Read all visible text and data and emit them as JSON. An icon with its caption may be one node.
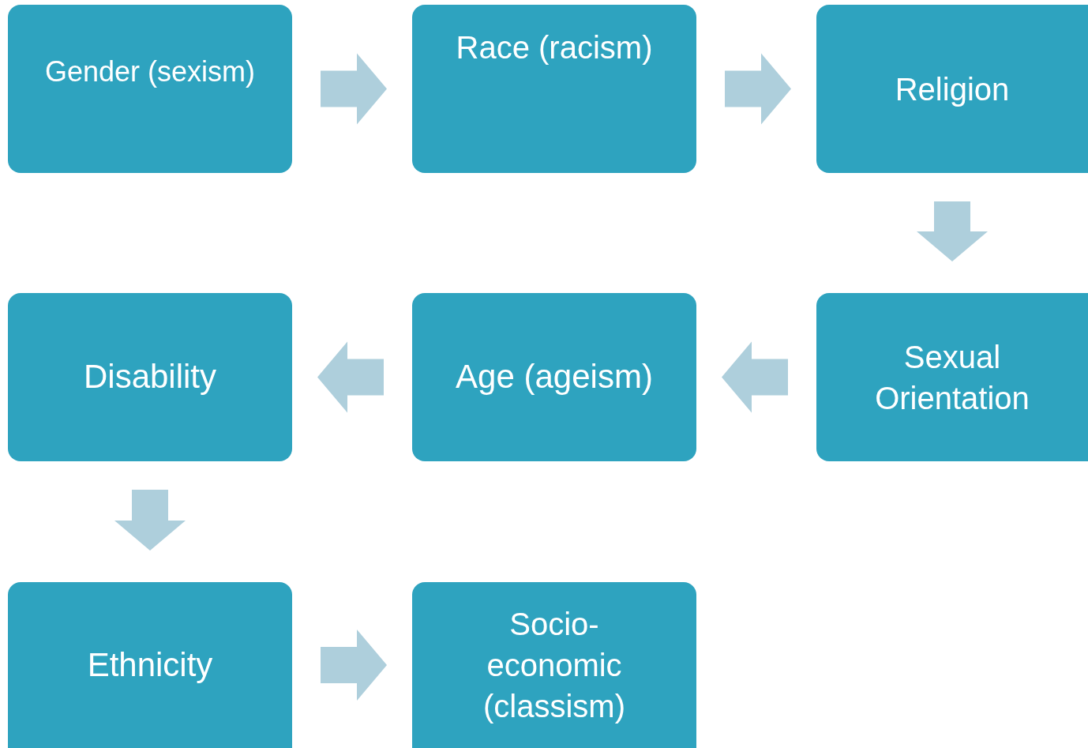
{
  "diagram": {
    "nodes": [
      {
        "text": [
          "Gender (sexism)"
        ]
      },
      {
        "text": [
          "Race (racism)"
        ]
      },
      {
        "text": [
          "Religion"
        ]
      },
      {
        "text": [
          "Disability"
        ]
      },
      {
        "text": [
          "Age (ageism)"
        ]
      },
      {
        "text": [
          "Sexual Orientation"
        ]
      },
      {
        "text": [
          "Ethnicity"
        ]
      },
      {
        "text": [
          "Socio-economic (classism)"
        ]
      }
    ],
    "edges": [
      {
        "from": 0,
        "to": 1,
        "arrow": "to"
      },
      {
        "from": 1,
        "to": 2,
        "arrow": "to"
      },
      {
        "from": 2,
        "to": 5,
        "arrow": "to"
      },
      {
        "from": 5,
        "to": 4,
        "arrow": "to"
      },
      {
        "from": 4,
        "to": 3,
        "arrow": "to"
      },
      {
        "from": 3,
        "to": 6,
        "arrow": "to"
      },
      {
        "from": 6,
        "to": 7,
        "arrow": "to"
      }
    ]
  }
}
